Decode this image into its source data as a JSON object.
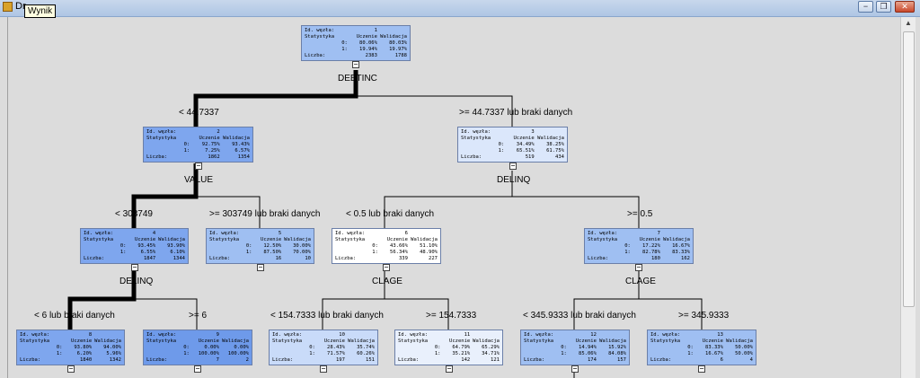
{
  "window": {
    "title": "Dr",
    "tooltip": "Wynik",
    "buttons": {
      "minimize": "−",
      "restore": "❐",
      "close": "✕"
    }
  },
  "tree": {
    "nodes": [
      {
        "id": "1",
        "stat_header": "Statystyka",
        "col_train": "Uczenie",
        "col_valid": "Walidacja",
        "id_label": "Id. węzła:",
        "row0": [
          "0:",
          "80.06%",
          "80.03%"
        ],
        "row1": [
          "1:",
          "19.94%",
          "19.97%"
        ],
        "count": [
          "Liczba:",
          "2383",
          "1788"
        ],
        "color": "#9fbff2"
      },
      {
        "id": "2",
        "stat_header": "Statystyka",
        "col_train": "Uczenie",
        "col_valid": "Walidacja",
        "id_label": "Id. węzła:",
        "row0": [
          "0:",
          "92.75%",
          "93.43%"
        ],
        "row1": [
          "1:",
          "7.25%",
          "6.57%"
        ],
        "count": [
          "Liczba:",
          "1862",
          "1354"
        ],
        "color": "#7ea6ee"
      },
      {
        "id": "3",
        "stat_header": "Statystyka",
        "col_train": "Uczenie",
        "col_valid": "Walidacja",
        "id_label": "Id. węzła:",
        "row0": [
          "0:",
          "34.49%",
          "38.25%"
        ],
        "row1": [
          "1:",
          "65.51%",
          "61.75%"
        ],
        "count": [
          "Liczba:",
          "519",
          "434"
        ],
        "color": "#dbe7fb"
      },
      {
        "id": "4",
        "stat_header": "Statystyka",
        "col_train": "Uczenie",
        "col_valid": "Walidacja",
        "id_label": "Id. węzła:",
        "row0": [
          "0:",
          "93.45%",
          "93.90%"
        ],
        "row1": [
          "1:",
          "6.55%",
          "6.10%"
        ],
        "count": [
          "Liczba:",
          "1847",
          "1344"
        ],
        "color": "#7ea6ee"
      },
      {
        "id": "5",
        "stat_header": "Statystyka",
        "col_train": "Uczenie",
        "col_valid": "Walidacja",
        "id_label": "Id. węzła:",
        "row0": [
          "0:",
          "12.50%",
          "30.00%"
        ],
        "row1": [
          "1:",
          "87.50%",
          "70.00%"
        ],
        "count": [
          "Liczba:",
          "16",
          "10"
        ],
        "color": "#9fbff2"
      },
      {
        "id": "6",
        "stat_header": "Statystyka",
        "col_train": "Uczenie",
        "col_valid": "Walidacja",
        "id_label": "Id. węzła:",
        "row0": [
          "0:",
          "43.66%",
          "51.10%"
        ],
        "row1": [
          "1:",
          "56.34%",
          "48.90%"
        ],
        "count": [
          "Liczba:",
          "339",
          "227"
        ],
        "color": "#ffffff"
      },
      {
        "id": "7",
        "stat_header": "Statystyka",
        "col_train": "Uczenie",
        "col_valid": "Walidacja",
        "id_label": "Id. węzła:",
        "row0": [
          "0:",
          "17.22%",
          "16.67%"
        ],
        "row1": [
          "1:",
          "82.78%",
          "83.33%"
        ],
        "count": [
          "Liczba:",
          "180",
          "162"
        ],
        "color": "#9fbff2"
      },
      {
        "id": "8",
        "stat_header": "Statystyka",
        "col_train": "Uczenie",
        "col_valid": "Walidacja",
        "id_label": "Id. węzła:",
        "row0": [
          "0:",
          "93.80%",
          "94.00%"
        ],
        "row1": [
          "1:",
          "6.20%",
          "5.96%"
        ],
        "count": [
          "Liczba:",
          "1840",
          "1342"
        ],
        "color": "#7ea6ee"
      },
      {
        "id": "9",
        "stat_header": "Statystyka",
        "col_train": "Uczenie",
        "col_valid": "Walidacja",
        "id_label": "Id. węzła:",
        "row0": [
          "0:",
          "0.00%",
          "0.00%"
        ],
        "row1": [
          "1:",
          "100.00%",
          "100.00%"
        ],
        "count": [
          "Liczba:",
          "7",
          "2"
        ],
        "color": "#6e9aea"
      },
      {
        "id": "10",
        "stat_header": "Statystyka",
        "col_train": "Uczenie",
        "col_valid": "Walidacja",
        "id_label": "Id. węzła:",
        "row0": [
          "0:",
          "28.43%",
          "35.74%"
        ],
        "row1": [
          "1:",
          "71.57%",
          "60.26%"
        ],
        "count": [
          "Liczba:",
          "197",
          "151"
        ],
        "color": "#c9dbf9"
      },
      {
        "id": "11",
        "stat_header": "Statystyka",
        "col_train": "Uczenie",
        "col_valid": "Walidacja",
        "id_label": "Id. węzła:",
        "row0": [
          "0:",
          "64.79%",
          "65.29%"
        ],
        "row1": [
          "1:",
          "35.21%",
          "34.71%"
        ],
        "count": [
          "Liczba:",
          "142",
          "121"
        ],
        "color": "#e9f0fc"
      },
      {
        "id": "12",
        "stat_header": "Statystyka",
        "col_train": "Uczenie",
        "col_valid": "Walidacja",
        "id_label": "Id. węzła:",
        "row0": [
          "0:",
          "14.94%",
          "15.92%"
        ],
        "row1": [
          "1:",
          "85.06%",
          "84.08%"
        ],
        "count": [
          "Liczba:",
          "174",
          "157"
        ],
        "color": "#9fbff2"
      },
      {
        "id": "13",
        "stat_header": "Statystyka",
        "col_train": "Uczenie",
        "col_valid": "Walidacja",
        "id_label": "Id. węzła:",
        "row0": [
          "0:",
          "83.33%",
          "50.00%"
        ],
        "row1": [
          "1:",
          "16.67%",
          "50.00%"
        ],
        "count": [
          "Liczba:",
          "6",
          "4"
        ],
        "color": "#9fbff2"
      }
    ],
    "split_labels": {
      "s1": "DEBTINC",
      "s2": "VALUE",
      "s3": "DELINQ",
      "s4": "DELINQ",
      "s6": "CLAGE",
      "s7": "CLAGE"
    },
    "branch_labels": {
      "b2": "< 44.7337",
      "b3": ">= 44.7337 lub braki danych",
      "b4": "< 303749",
      "b5": ">= 303749 lub braki danych",
      "b6": "< 0.5 lub braki danych",
      "b7": ">= 0.5",
      "b8": "< 6 lub braki danych",
      "b9": ">= 6",
      "b10": "< 154.7333 lub braki danych",
      "b11": ">= 154.7333",
      "b12": "< 345.9333 lub braki danych",
      "b13": ">= 345.9333"
    },
    "collapse_symbol": "−"
  }
}
